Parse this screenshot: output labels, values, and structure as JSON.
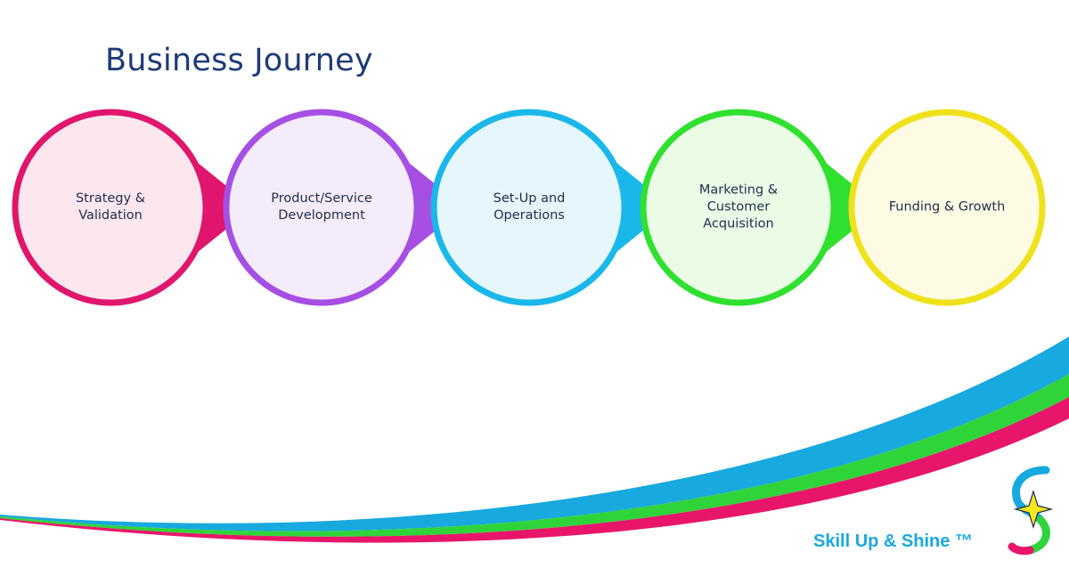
{
  "title": "Business Journey",
  "steps": [
    {
      "label_lines": [
        "Strategy &",
        "Validation"
      ],
      "stroke": "#e0166e",
      "fill": "#fde7ef",
      "arrow": "#e0166e"
    },
    {
      "label_lines": [
        "Product/Service",
        "Development"
      ],
      "stroke": "#a64fe3",
      "fill": "#f5ecfb",
      "arrow": "#a64fe3"
    },
    {
      "label_lines": [
        "Set-Up and",
        "Operations"
      ],
      "stroke": "#1ab7ea",
      "fill": "#e6f6fd",
      "arrow": "#1ab7ea"
    },
    {
      "label_lines": [
        "Marketing &",
        "Customer",
        "Acquisition"
      ],
      "stroke": "#2fe02f",
      "fill": "#eafbe6",
      "arrow": "#2fe02f"
    },
    {
      "label_lines": [
        "Funding & Growth"
      ],
      "stroke": "#efe11c",
      "fill": "#fdfbe3",
      "arrow": null
    }
  ],
  "brand": {
    "name": "Skill Up & Shine ™",
    "colors": {
      "blue": "#18a9df",
      "green": "#2fd43a",
      "pink": "#e8166a",
      "star": "#f3e71d"
    }
  }
}
